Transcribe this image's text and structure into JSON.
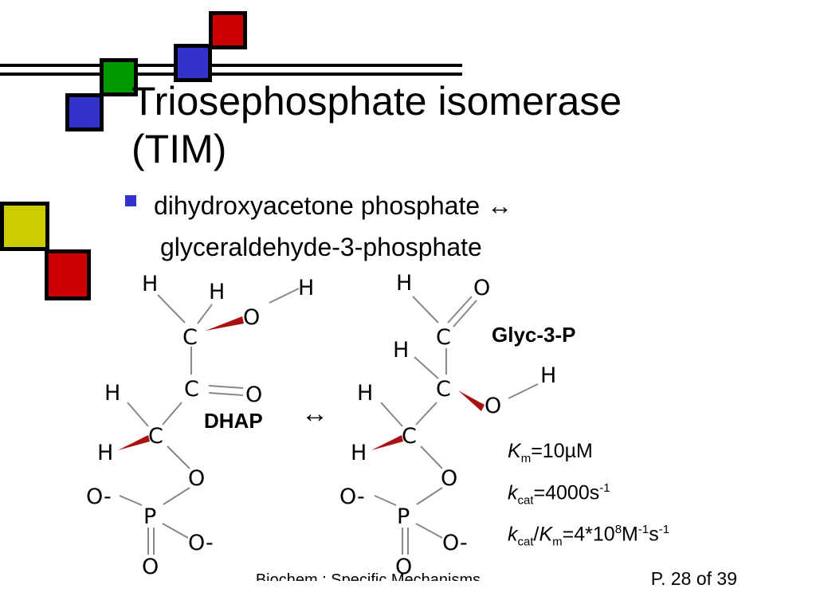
{
  "slide": {
    "title_line1": "Triosephosphate isomerase",
    "title_line2": "(TIM)",
    "bullet_line1": "dihydroxyacetone phosphate ↔",
    "bullet_line2": "glyceraldehyde-3-phosphate"
  },
  "diagram": {
    "dhap_label": "DHAP",
    "glyc_label": "Glyc-3-P",
    "arrow": "↔",
    "atoms": {
      "H": "H",
      "C": "C",
      "O": "O",
      "P": "P",
      "O_minus": "O-"
    }
  },
  "kinetics": {
    "km_symbol": "K",
    "km_sub": "m",
    "km_value": "=10µM",
    "kcat_symbol": "k",
    "kcat_sub": "cat",
    "kcat_value": "=4000s",
    "kcat_sup": "-1",
    "ratio_sep": "/",
    "ratio_value": "=4*10",
    "ratio_exp": "8",
    "ratio_unit1": "M",
    "ratio_unit1_exp": "-1",
    "ratio_unit2": "s",
    "ratio_unit2_exp": "-1"
  },
  "footer": {
    "left": "Biochem.: Specific Mechanisms",
    "page": "P. 28 of 39"
  },
  "colors": {
    "red": "#cc0000",
    "green": "#009900",
    "blue": "#3333cc",
    "yellow": "#cccc00",
    "bond_gray": "#888888",
    "wedge_red": "#aa1111"
  }
}
